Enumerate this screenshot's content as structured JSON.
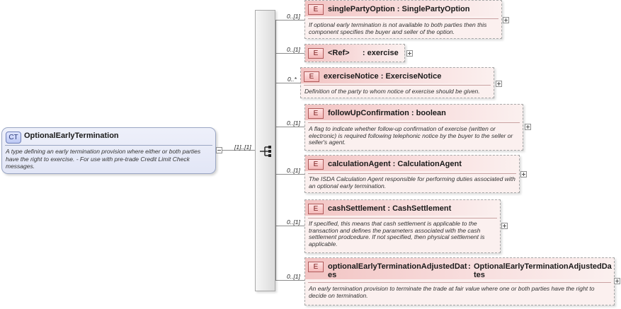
{
  "complex_type": {
    "badge": "CT",
    "name": "OptionalEarlyTermination",
    "documentation": "A type defining an early termination provision where either or both parties have the right to exercise. - For use with pre-trade Credit Limit Check messages."
  },
  "sequence": {
    "multiplicity": "[1]..[1]"
  },
  "elements": [
    {
      "badge": "E",
      "multiplicity": "0..[1]",
      "name": "singlePartyOption",
      "type": "SinglePartyOption",
      "documentation": "If optional early termination is not available to both parties then this component specifies the buyer and seller of the option."
    },
    {
      "badge": "E",
      "multiplicity": "0..[1]",
      "name": "<Ref>",
      "type": "exercise",
      "documentation": ""
    },
    {
      "badge": "E",
      "multiplicity": "0..*",
      "name": "exerciseNotice",
      "type": "ExerciseNotice",
      "documentation": "Definition of the party to whom notice of exercise should be given."
    },
    {
      "badge": "E",
      "multiplicity": "0..[1]",
      "name": "followUpConfirmation",
      "type": "boolean",
      "documentation": "A flag to indicate whether follow-up confirmation of exercise (written or electronic) is required following telephonic notice by the buyer to the seller or seller's agent."
    },
    {
      "badge": "E",
      "multiplicity": "0..[1]",
      "name": "calculationAgent",
      "type": "CalculationAgent",
      "documentation": "The ISDA Calculation Agent responsible for performing duties associated with an optional early termination."
    },
    {
      "badge": "E",
      "multiplicity": "0..[1]",
      "name": "cashSettlement",
      "type": "CashSettlement",
      "documentation": "If specified, this means that cash settlement is applicable to the transaction and defines the parameters associated with the cash settlement prodcedure. If not specified, then physical settlement is applicable."
    },
    {
      "badge": "E",
      "multiplicity": "0..[1]",
      "name": "optionalEarlyTerminationAdjustedDates",
      "type": "OptionalEarlyTerminationAdjustedDates",
      "documentation": "An early termination provision to terminate the trade at fair value where one or both parties have the right to decide on termination."
    }
  ]
}
